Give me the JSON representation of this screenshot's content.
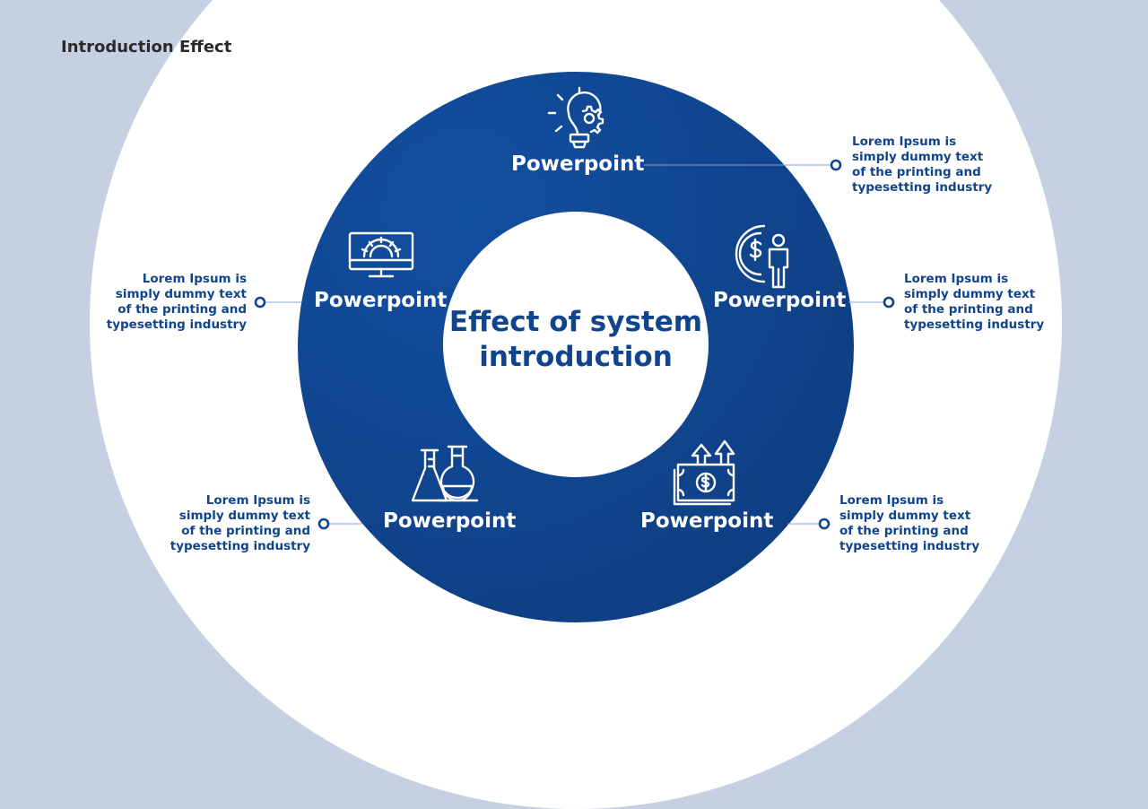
{
  "page": {
    "title": "Introduction Effect"
  },
  "center": {
    "title": "Effect of system introduction"
  },
  "segments": [
    {
      "label": "Powerpoint",
      "icon": "lightbulb-gear-icon",
      "description": "Lorem Ipsum is simply dummy text of the printing and typesetting industry"
    },
    {
      "label": "Powerpoint",
      "icon": "dollar-person-icon",
      "description": "Lorem Ipsum is simply dummy text of the printing and typesetting industry"
    },
    {
      "label": "Powerpoint",
      "icon": "money-growth-icon",
      "description": "Lorem Ipsum is simply dummy text of the printing and typesetting industry"
    },
    {
      "label": "Powerpoint",
      "icon": "lab-flask-icon",
      "description": "Lorem Ipsum is simply dummy text of the printing and typesetting industry"
    },
    {
      "label": "Powerpoint",
      "icon": "monitor-gear-icon",
      "description": "Lorem Ipsum is simply dummy text of the printing and typesetting industry"
    }
  ],
  "colors": {
    "background": "#c5d1e2",
    "ring": "#10448d",
    "accent_text": "#10448d",
    "title_text": "#2b2b2b"
  }
}
